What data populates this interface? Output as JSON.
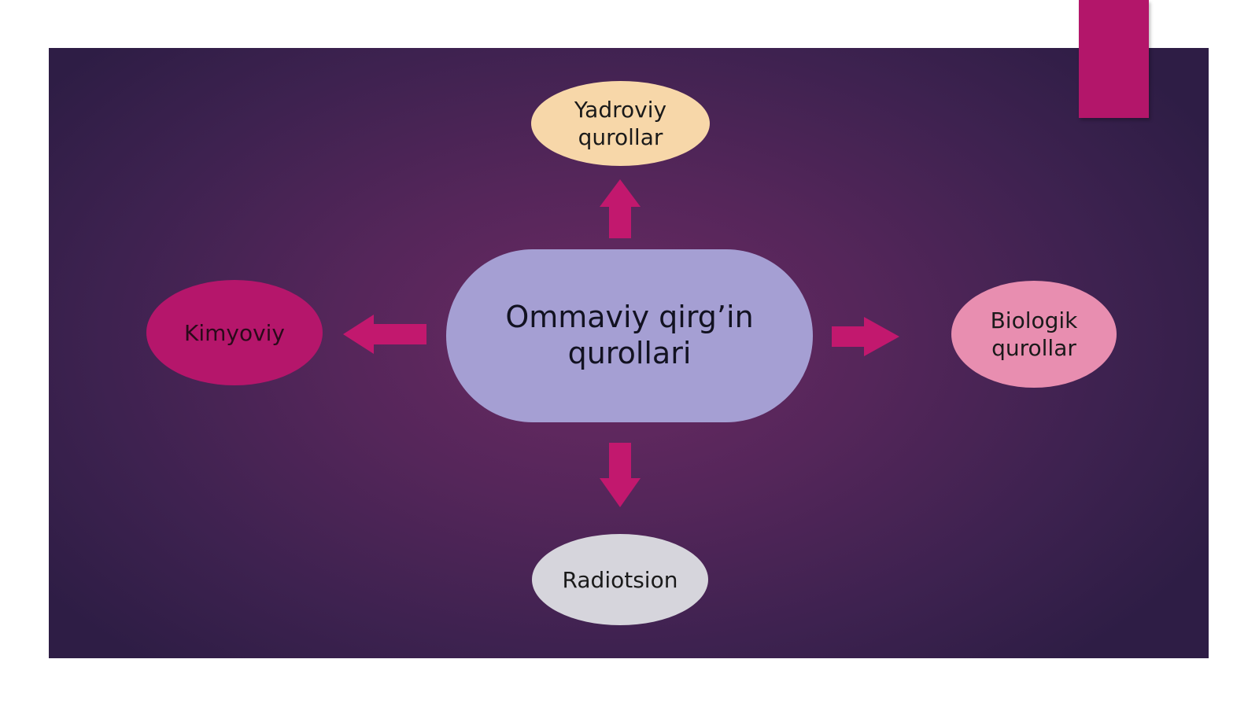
{
  "diagram": {
    "center": {
      "label": "Ommaviy qirg’in qurollari"
    },
    "branches": [
      {
        "id": "top",
        "label": "Yadroviy qurollar"
      },
      {
        "id": "left",
        "label": "Kimyoviy"
      },
      {
        "id": "right",
        "label": "Biologik qurollar"
      },
      {
        "id": "bottom",
        "label": "Radiotsion"
      }
    ]
  },
  "colors": {
    "background": "#4a2357",
    "accent": "#b3166a",
    "arrow": "#c2186e",
    "center_fill": "#a59fd3",
    "top_fill": "#f7d7a9",
    "left_fill": "#b5166b",
    "right_fill": "#e88eb0",
    "bottom_fill": "#d6d5dc"
  }
}
